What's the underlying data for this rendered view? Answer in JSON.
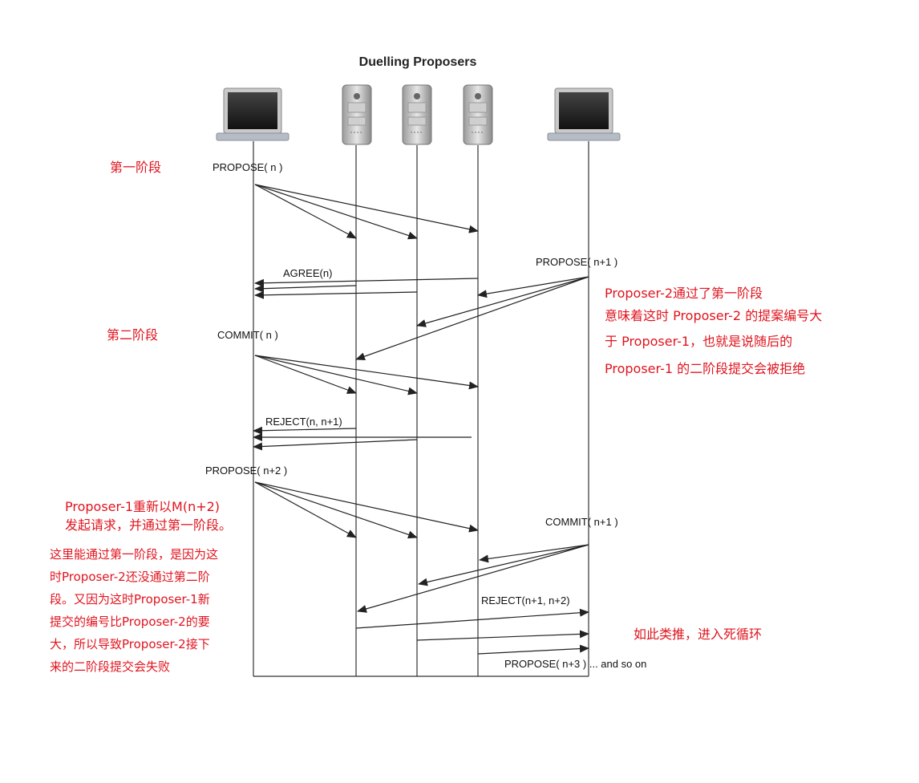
{
  "title": "Duelling Proposers",
  "participants": [
    {
      "id": "proposer-1",
      "icon": "laptop-icon"
    },
    {
      "id": "acceptor-1",
      "icon": "server-icon"
    },
    {
      "id": "acceptor-2",
      "icon": "server-icon"
    },
    {
      "id": "acceptor-3",
      "icon": "server-icon"
    },
    {
      "id": "proposer-2",
      "icon": "laptop-icon"
    }
  ],
  "messages": {
    "propose_n": "PROPOSE( n )",
    "agree_n": "AGREE(n)",
    "propose_n1": "PROPOSE( n+1 )",
    "commit_n": "COMMIT( n )",
    "reject_n_n1": "REJECT(n, n+1)",
    "propose_n2": "PROPOSE( n+2 )",
    "commit_n1": "COMMIT( n+1 )",
    "reject_n1_n2": "REJECT(n+1, n+2)",
    "propose_n3": "PROPOSE( n+3 ) ... and so on"
  },
  "annotations": {
    "phase1": "第一阶段",
    "phase2": "第二阶段",
    "p2_line1": "Proposer-2通过了第一阶段",
    "p2_line2": "意味着这时 Proposer-2 的提案编号大",
    "p2_line3": "于 Proposer-1，也就是说随后的",
    "p2_line4": "Proposer-1 的二阶段提交会被拒绝",
    "p1_line1": "Proposer-1重新以M(n+2)",
    "p1_line2": "发起请求，并通过第一阶段。",
    "ex_line1": "这里能通过第一阶段，是因为这",
    "ex_line2": "时Proposer-2还没通过第二阶",
    "ex_line3": "段。又因为这时Proposer-1新",
    "ex_line4": "提交的编号比Proposer-2的要",
    "ex_line5": "大，所以导致Proposer-2接下",
    "ex_line6": "来的二阶段提交会失败",
    "loop": "如此类推，进入死循环"
  },
  "colors": {
    "annotation": "#e0141e",
    "line": "#222222"
  }
}
